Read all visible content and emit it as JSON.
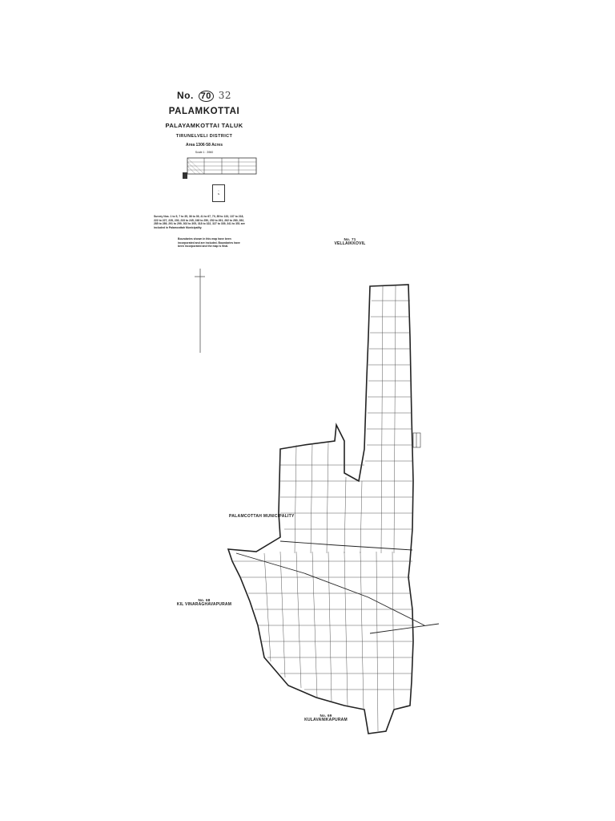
{
  "title_block": {
    "number_prefix": "No.",
    "number_circled": "70",
    "number_handwritten": "32",
    "village": "PALAMKOTTAI",
    "taluk": "PALAYAMKOTTAI TALUK",
    "district": "TIRUNELVELI DISTRICT",
    "area": "Area 1306·58 Acres",
    "scale": "Scale 1 : 3960",
    "north_box": "N"
  },
  "survey_note": "Survey Nos. 1 to 5, 7 to 35, 36 to 39, 41 to 67, 70, 85 to 133, 137 to 218, 222 to 227, 228, 230, 233 to 245, 248 to 250, 252 to 261, 262 to 280, 282, 285 to 289, 291 to 299, 302 to 305, 318 to 322, 327 to 339, 341 to 351 are included in Palamcottah Municipality.",
  "boundary_note": "Boundaries shown in this map have been incorporated and are included. Boundaries have been incorporated and the map is final.",
  "neighbours": {
    "north": {
      "no": "No. 71",
      "name": "VELLAIKKOVIL"
    },
    "west": {
      "no": "No. 68",
      "name": "KIL VINARAGHAVAPURAM"
    },
    "south": {
      "no": "No. 69",
      "name": "KULAVANIKAPURAM"
    }
  },
  "municipality_label": "PALAMCOTTAH MUNICIPALITY"
}
